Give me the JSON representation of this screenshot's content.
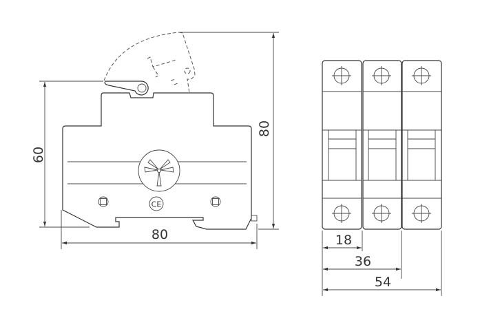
{
  "side_view": {
    "height_label": "60",
    "total_height_label": "80",
    "width_label": "80",
    "mark": "CE"
  },
  "front_view": {
    "poles": 3,
    "width_labels": [
      "18",
      "36",
      "54"
    ]
  },
  "colors": {
    "line": "#333333",
    "background": "#ffffff"
  }
}
